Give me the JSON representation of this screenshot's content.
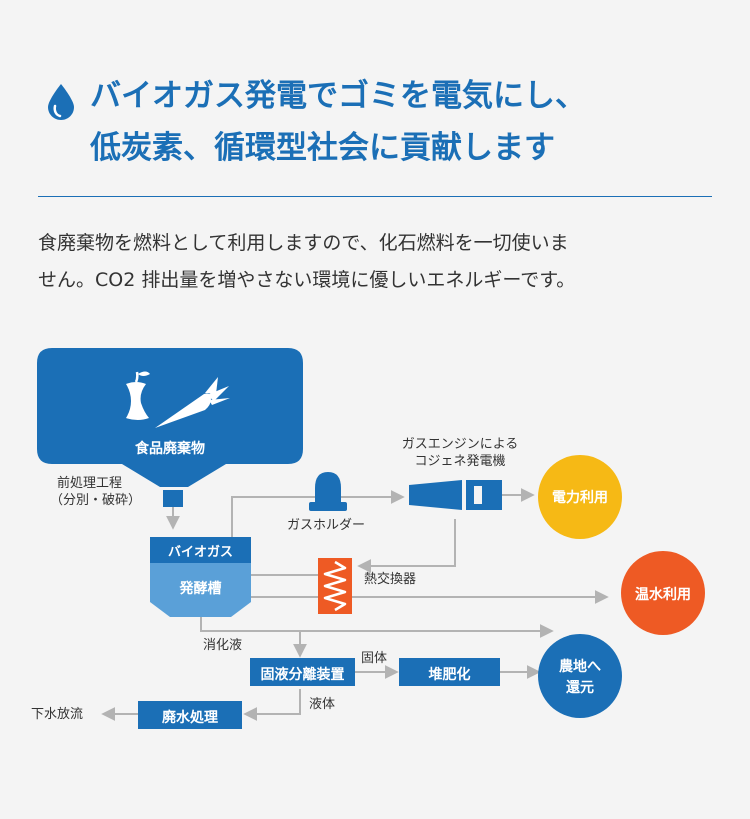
{
  "header": {
    "title_line1": "バイオガス発電でゴミを電気にし、",
    "title_line2": "低炭素、循環型社会に貢献します",
    "intro_line1": "食廃棄物を燃料として利用しますので、化石燃料を一切使いま",
    "intro_line2": "せん。CO2 排出量を増やさない環境に優しいエネルギーです。"
  },
  "diagram": {
    "hopper_label": "食品廃棄物",
    "pretreatment_line1": "前処理工程",
    "pretreatment_line2": "（分別・破砕）",
    "digester_top": "バイオガス",
    "digester_bottom": "発酵槽",
    "gas_holder": "ガスホルダー",
    "engine_line1": "ガスエンジンによる",
    "engine_line2": "コジェネ発電機",
    "power_use": "電力利用",
    "heat_exchanger": "熱交換器",
    "hot_water_use": "温水利用",
    "digestate": "消化液",
    "separator": "固液分離装置",
    "solid": "固体",
    "compost": "堆肥化",
    "farm_line1": "農地へ",
    "farm_line2": "還元",
    "liquid": "液体",
    "wastewater": "廃水処理",
    "discharge": "下水放流"
  },
  "colors": {
    "brand_blue": "#1b6fb6",
    "light_blue": "#5aa0d8",
    "yellow": "#f6b915",
    "orange": "#ee5a24",
    "arrow_gray": "#b3b3b3"
  }
}
